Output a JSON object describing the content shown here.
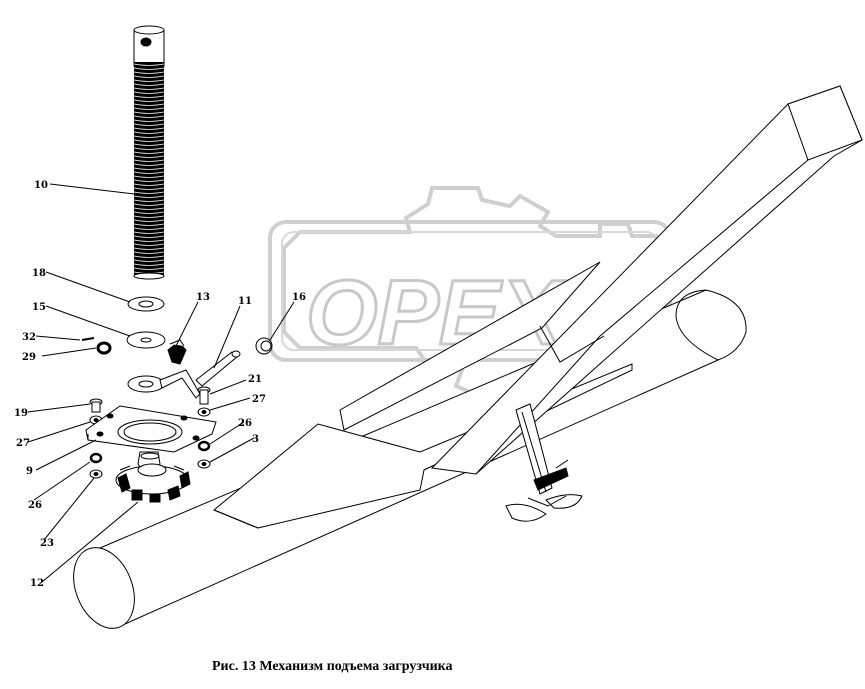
{
  "caption": "Рис. 13  Механизм подъема загрузчика",
  "watermark": {
    "brand": "OPEX",
    "color": "#c8c8c8"
  },
  "callouts": {
    "c10": "10",
    "c18": "18",
    "c15": "15",
    "c13": "13",
    "c11": "11",
    "c16": "16",
    "c32": "32",
    "c29": "29",
    "c21": "21",
    "c27a": "27",
    "c19": "19",
    "c27b": "27",
    "c26a": "26",
    "c3": "3",
    "c9": "9",
    "c26b": "26",
    "c23": "23",
    "c12": "12"
  }
}
